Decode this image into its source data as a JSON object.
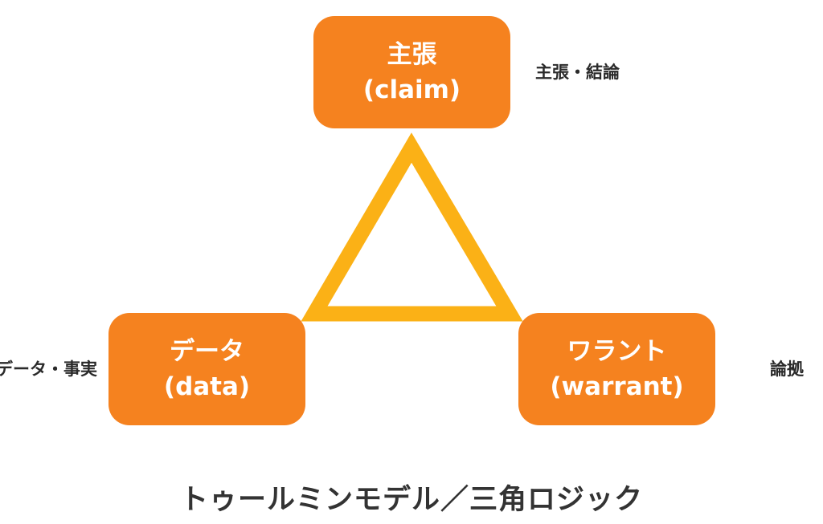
{
  "colors": {
    "box": "#F5821F",
    "triangle": "#FBB116",
    "text": "#2a2a2a"
  },
  "nodes": {
    "claim": {
      "title": "主張",
      "subtitle": "(claim)",
      "side_label": "主張・結論"
    },
    "data": {
      "title": "データ",
      "subtitle": "(data)",
      "side_label": "データ・事実"
    },
    "warrant": {
      "title": "ワラント",
      "subtitle": "(warrant)",
      "side_label": "論拠"
    }
  },
  "caption": "トゥールミンモデル／三角ロジック"
}
